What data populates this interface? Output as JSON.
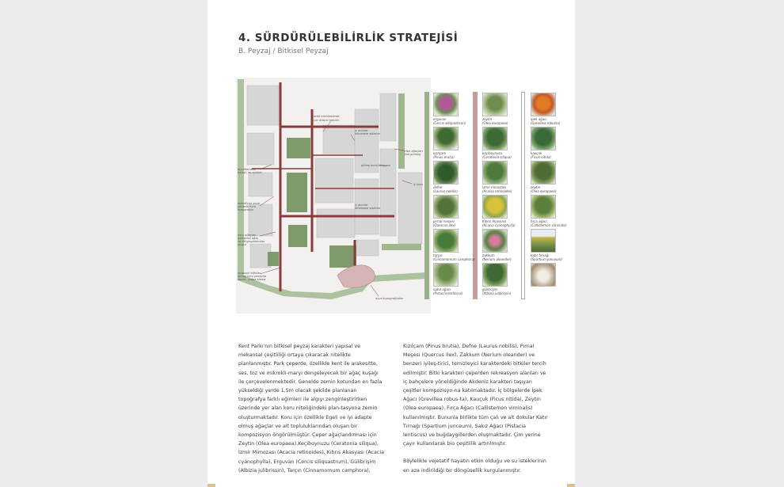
{
  "heading": {
    "title": "4. SÜRDÜRÜLEBİLİRLİK STRATEJİSİ",
    "subtitle": "B. Peyzaj / Bitkisel Peyzaj"
  },
  "callouts": {
    "c1": "ardıl mevsimlerde",
    "c2": "yer örtücü bitkiler",
    "c3": "iç avlular",
    "c4": "bilinesele sisleme",
    "c5": "tribe ağaçları",
    "c6": "(bal gümüş)",
    "c7": "güneş korul peripsia",
    "c8": "iç koru",
    "c9": "biyoitlemeile",
    "c10": "hanıyl, su eyrkile",
    "c11": "iç avlular",
    "c12": "bitinesele sisleme",
    "c13": "tamofiyon zone",
    "c14": "yerlesik koru",
    "c15": "topografya",
    "c16": "koru ağaçları",
    "c17": "içbeşimsi ağaç",
    "c18": "ve alt gruplarından",
    "c19": "oluşur",
    "c20": "bmasuni bitkiler",
    "c21": "güneş koru perayda",
    "c22": "seren - çalga alanla",
    "c23": "oyun topografyaları"
  },
  "plants": {
    "col1": [
      {
        "name": "erguvan",
        "latin": "(Cercis siliquastrum)"
      },
      {
        "name": "kızılçam",
        "latin": "(Pinus brutia)"
      },
      {
        "name": "defne",
        "latin": "(Laurus nobilis)"
      },
      {
        "name": "pırnal meşesi",
        "latin": "(Quercus ilex)"
      },
      {
        "name": "tarçın",
        "latin": "(Cinnamomum camphora)"
      },
      {
        "name": "sakız ağacı",
        "latin": "(Pistacia lentiscus)"
      }
    ],
    "col2": [
      {
        "name": "zeytin",
        "latin": "(Olea europaea)"
      },
      {
        "name": "keçiboynuzu",
        "latin": "(Ceratonia siliqua)"
      },
      {
        "name": "izmir mimozası",
        "latin": "(Acacia retinoides)"
      },
      {
        "name": "Kıbrıs Akasyası",
        "latin": "(Acacia cyanophylla)"
      },
      {
        "name": "zakkum",
        "latin": "(Nerium oleander)"
      },
      {
        "name": "gülibrişim",
        "latin": "(Albizia julibrissin)"
      }
    ],
    "col3": [
      {
        "name": "ipek ağacı",
        "latin": "(Grevillea robusta)"
      },
      {
        "name": "kauçuk",
        "latin": "(Ficus nitida)"
      },
      {
        "name": "zeytin",
        "latin": "(Olea europaea)"
      },
      {
        "name": "fırça ağacı",
        "latin": "(Callistemon viminalis)"
      },
      {
        "name": "katır tırnağı",
        "latin": "(Spartium junceum)"
      },
      {
        "name": "",
        "latin": ""
      }
    ]
  },
  "body": {
    "col1_text": "Kent Parkı'nın bitkisel peyzaj karakteri yapısal ve mekansal çeşitliliği ortaya çıkaracak nitelikte planlanmıştır. Park çeperde, özellikle kent ile arakesitte, ses, toz ve mikrokli-maryı dengeleyecek bir ağaç kuşağı ile çerçevelenmektedir. Genelde zemin kotundan en fazla yükseldiği yerde 1,5m olacak şekilde planlanan topoğrafya farklı eğimleri ile algıyı zenginleştirirken üzerinde yer alan koru niteliğindeki plan-tasyona zemin oluşturmaktadır. Koru için özellikle Egeli ve iyi adapte olmuş ağaçlar ve alt topluluklarından oluşan bir kompozisyon öngörülmüştür. Çeper ağaçlandırması için Zeytin (Olea europaea),Keçiboynuzu (Ceratonia siliqua), İzmir Mimozası (Acacia retinoides), Kıbrıs Akasyası (Acacia cyanophylla), Erguvan (Cercis siliquastrum), Gülibrişim (Albizia julibrissin), Tarçın (Cinnamomum camphora),",
    "col2_p1": "Kızılçam (Pinus brutia), Defne (Laurus nobilis), Pırnal Meşesi (Quercus ilex), Zakkum (Nerium oleander) ve benzeri iyileş-tirici, temizleyici karakterdeki bitkiler tercih edilmiştir. Bitki karakteri çeperden rekreasyon alanları ve iç bahçelere yöneldiğinde Akdeniz karakteri taşıyan çeşitler kompozisyo-na katılmaktadır. İç bölgelerde İpek Ağacı (Grevillea robus-ta), Kauçuk (Ficus nitida), Zeytin (Olea europaea), Fırça Ağacı (Callistemon viminalis) kullanılmıştır. Bununla birlikte tüm çalı ve alt dokular Katır Tırnağı (Spartium junceum), Sakız Ağacı (Pistacia lentiscus) ve buğdaygillerden oluşmaktadır. Çim yerine çayır kullanılarak bio çeşitlilik artırılmıştır.",
    "col2_p2": "Böylelikle vejetatif hayatın etkin olduğu ve su isteklerinin en aza indirildiği bir döngüsellik kurgulanmıştır."
  },
  "colors": {
    "accent_red": "#8a3b3b",
    "bar_green": "#9ab28a",
    "bar_pink": "#c99a9a",
    "building_gray": "#c9c9c9",
    "green_mass": "#7f9a6a",
    "pink_zone": "#d7b4b4"
  }
}
